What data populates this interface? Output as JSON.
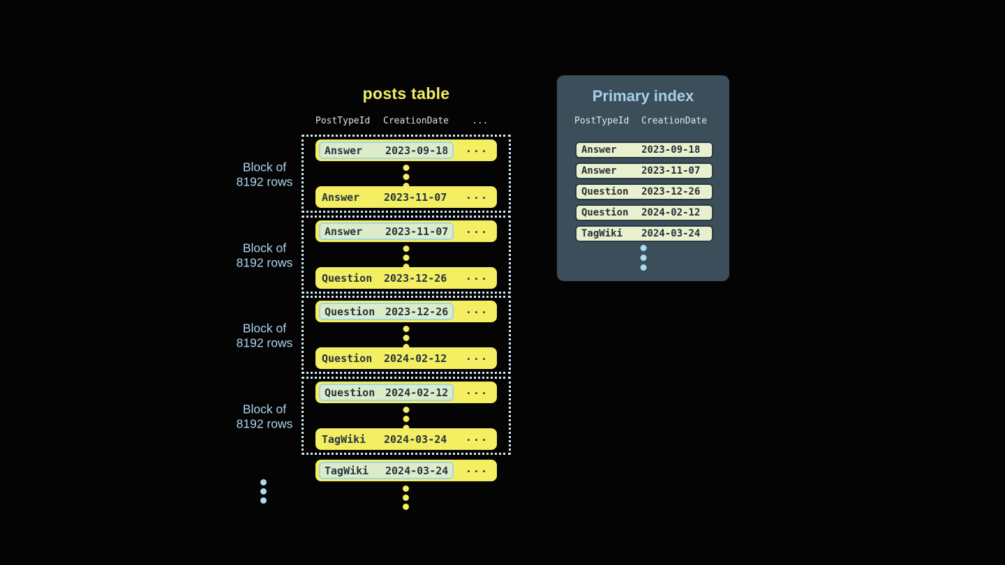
{
  "colors": {
    "background": "#040404",
    "accent_yellow": "#f3ee62",
    "row_text_dark": "#25343e",
    "highlight_green": "#dcecca",
    "highlight_border_blue": "#a0d5e8",
    "dotted_border": "#d6edf5",
    "label_blue": "#a9d7ec",
    "panel_slate": "#3c4e5a",
    "index_row_green": "#e9f0cd"
  },
  "posts_table": {
    "title": "posts table",
    "headers": [
      "PostTypeId",
      "CreationDate",
      "..."
    ],
    "ellipsis": "...",
    "blocks": [
      {
        "label_line1": "Block of",
        "label_line2": "8192 rows",
        "first_row": {
          "post_type": "Answer",
          "creation_date": "2023-09-18"
        },
        "last_row": {
          "post_type": "Answer",
          "creation_date": "2023-11-07"
        }
      },
      {
        "label_line1": "Block of",
        "label_line2": "8192 rows",
        "first_row": {
          "post_type": "Answer",
          "creation_date": "2023-11-07"
        },
        "last_row": {
          "post_type": "Question",
          "creation_date": "2023-12-26"
        }
      },
      {
        "label_line1": "Block of",
        "label_line2": "8192 rows",
        "first_row": {
          "post_type": "Question",
          "creation_date": "2023-12-26"
        },
        "last_row": {
          "post_type": "Question",
          "creation_date": "2024-02-12"
        }
      },
      {
        "label_line1": "Block of",
        "label_line2": "8192 rows",
        "first_row": {
          "post_type": "Question",
          "creation_date": "2024-02-12"
        },
        "last_row": {
          "post_type": "TagWiki",
          "creation_date": "2024-03-24"
        }
      }
    ],
    "overflow_row": {
      "post_type": "TagWiki",
      "creation_date": "2024-03-24"
    }
  },
  "primary_index": {
    "title": "Primary index",
    "headers": [
      "PostTypeId",
      "CreationDate"
    ],
    "rows": [
      {
        "post_type": "Answer",
        "creation_date": "2023-09-18"
      },
      {
        "post_type": "Answer",
        "creation_date": "2023-11-07"
      },
      {
        "post_type": "Question",
        "creation_date": "2023-12-26"
      },
      {
        "post_type": "Question",
        "creation_date": "2024-02-12"
      },
      {
        "post_type": "TagWiki",
        "creation_date": "2024-03-24"
      }
    ]
  }
}
